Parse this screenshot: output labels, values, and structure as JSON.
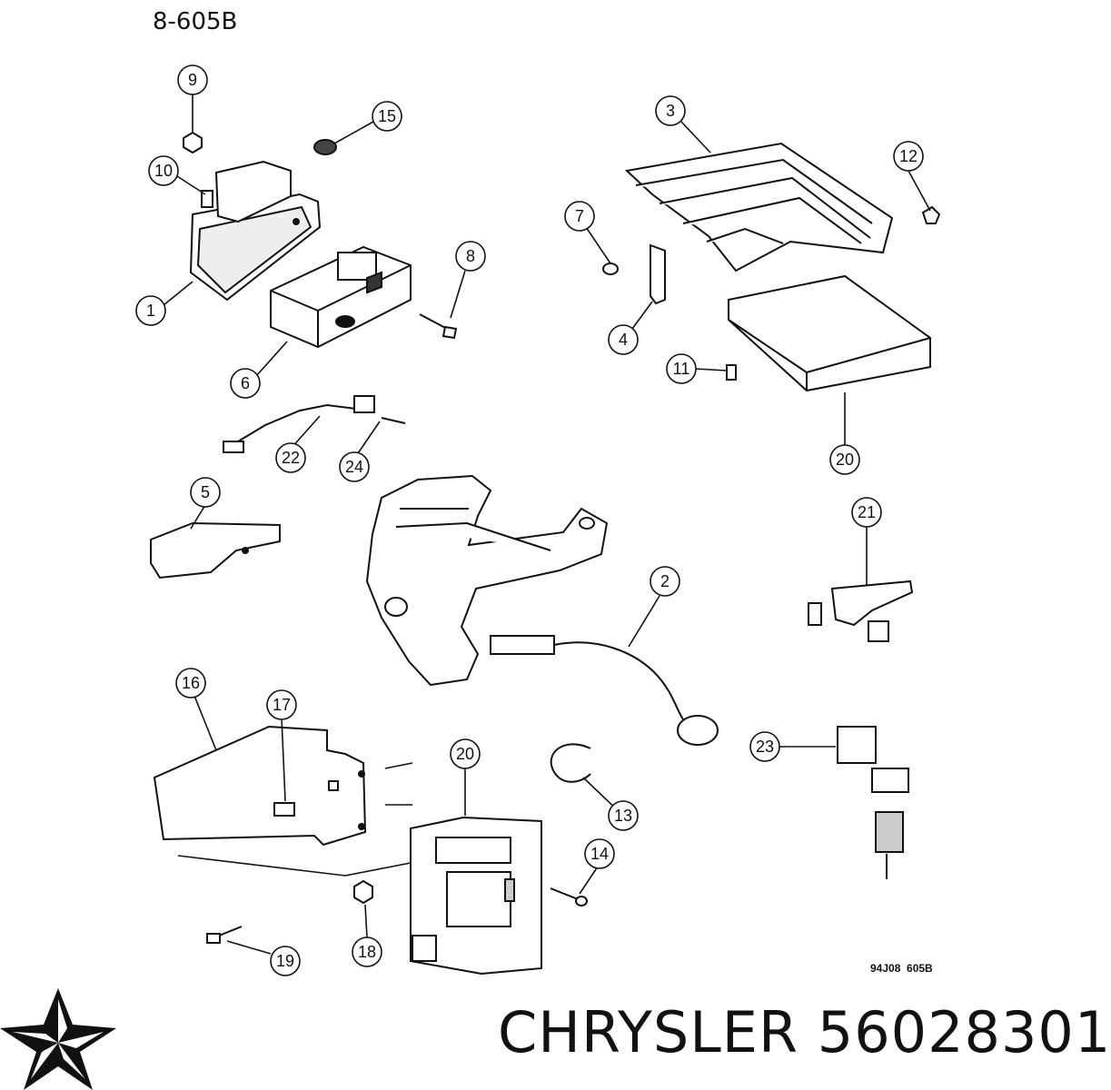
{
  "diagram": {
    "code_top": "8-605B",
    "code_bottom": "94J08  605B",
    "callouts": [
      "1",
      "2",
      "3",
      "4",
      "5",
      "6",
      "7",
      "8",
      "9",
      "10",
      "11",
      "12",
      "13",
      "14",
      "15",
      "16",
      "17",
      "18",
      "19",
      "20",
      "20",
      "21",
      "22",
      "23",
      "24"
    ]
  },
  "brand": {
    "name": "CHRYSLER",
    "part_number": "56028301",
    "caption": "CHRYSLER 56028301"
  },
  "icons": {
    "logo": "chrysler-pentastar-icon"
  }
}
